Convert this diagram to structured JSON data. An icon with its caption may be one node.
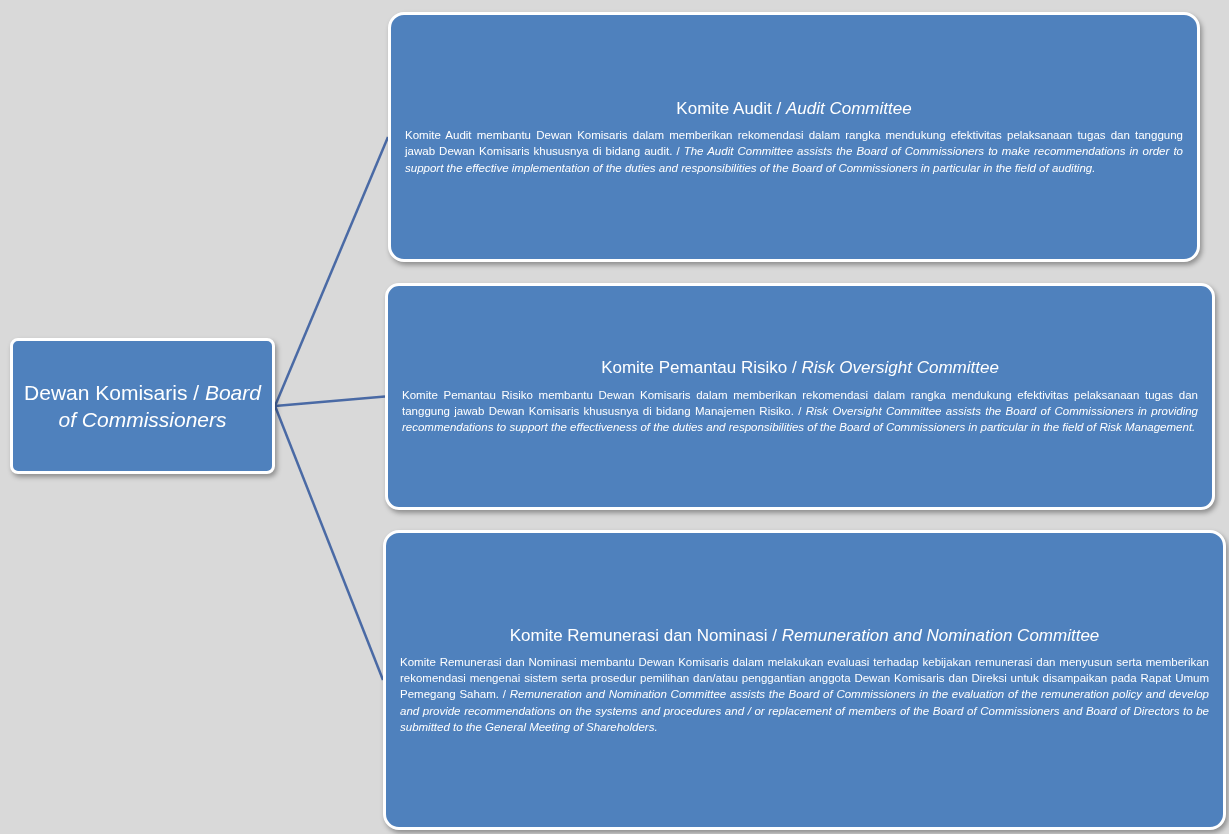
{
  "diagram": {
    "nodes": [
      {
        "text": [
          "Dewan Komisaris / *Board of Commissioners*"
        ]
      },
      {
        "text": [
          "Komite Audit / *Audit Committee*",
          "Komite Audit membantu Dewan Komisaris dalam memberikan rekomendasi dalam rangka mendukung efektivitas pelaksanaan tugas dan tanggung jawab Dewan Komisaris khususnya di bidang audit. / *The Audit Committee assists the Board of Commissioners to make recommendations in order to support the effective implementation of the duties and responsibilities of the Board of Commissioners in particular in the field of auditing.*"
        ]
      },
      {
        "text": [
          "Komite Pemantau Risiko / *Risk Oversight Committee*",
          "Komite Pemantau Risiko membantu Dewan Komisaris dalam memberikan rekomendasi dalam rangka mendukung efektivitas pelaksanaan tugas dan tanggung jawab Dewan Komisaris khususnya di bidang Manajemen Risiko. / *Risk Oversight Committee assists the Board of Commissioners in providing recommendations to support the effectiveness of the duties and responsibilities of the Board of Commissioners in particular in the field of Risk Management.*"
        ]
      },
      {
        "text": [
          "Komite Remunerasi dan Nominasi / *Remuneration and Nomination Committee*",
          "Komite Remunerasi dan Nominasi membantu Dewan Komisaris dalam melakukan evaluasi terhadap kebijakan remunerasi dan menyusun serta memberikan rekomendasi mengenai sistem serta prosedur pemilihan dan/atau penggantian anggota Dewan Komisaris dan Direksi untuk disampaikan pada Rapat Umum Pemegang Saham. / *Remuneration and Nomination Committee assists the Board of Commissioners in the evaluation of the remuneration policy and develop and provide recommendations on the systems and procedures and / or replacement of members of the Board of Commissioners and Board of Directors to be submitted to the General Meeting of Shareholders.*"
        ]
      }
    ],
    "edges": [
      {
        "from": 0,
        "to": 1,
        "arrow": "none"
      },
      {
        "from": 0,
        "to": 2,
        "arrow": "none"
      },
      {
        "from": 0,
        "to": 3,
        "arrow": "none"
      }
    ]
  }
}
